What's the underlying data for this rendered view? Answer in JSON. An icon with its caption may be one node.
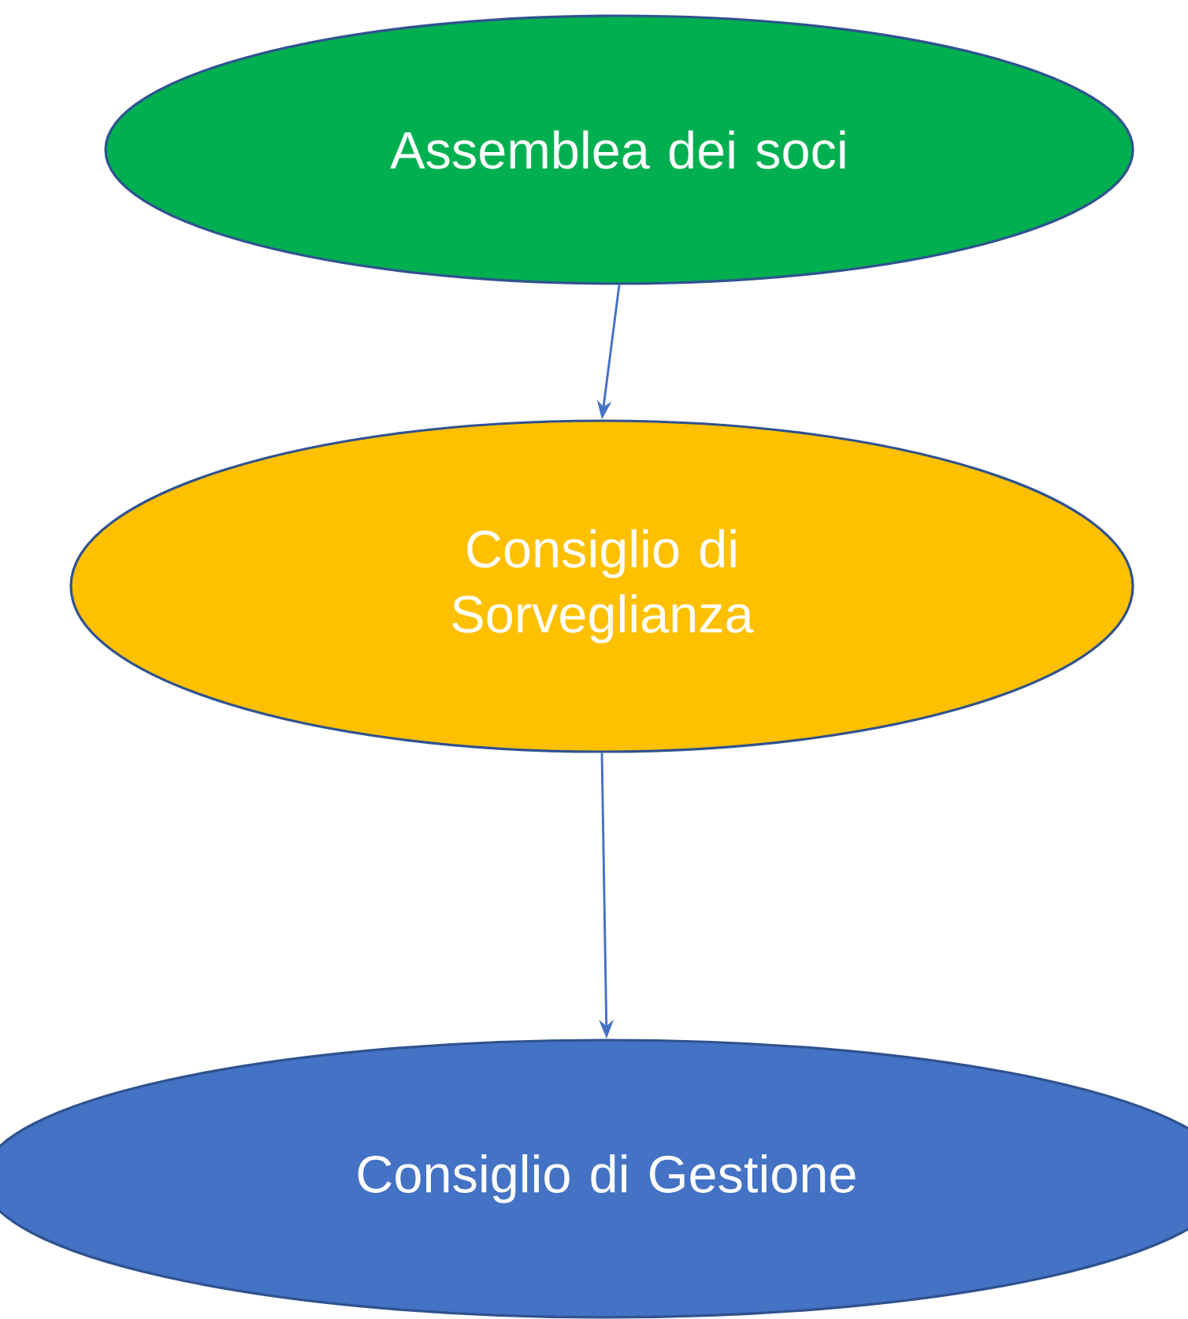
{
  "diagram": {
    "nodes": [
      {
        "text": [
          "Assemblea dei soci"
        ]
      },
      {
        "text": [
          "Consiglio di Sorveglianza"
        ]
      },
      {
        "text": [
          "Consiglio di Gestione"
        ]
      }
    ],
    "edges": [
      {
        "from": 0,
        "to": 1,
        "arrow": "to"
      },
      {
        "from": 1,
        "to": 2,
        "arrow": "to"
      }
    ]
  }
}
